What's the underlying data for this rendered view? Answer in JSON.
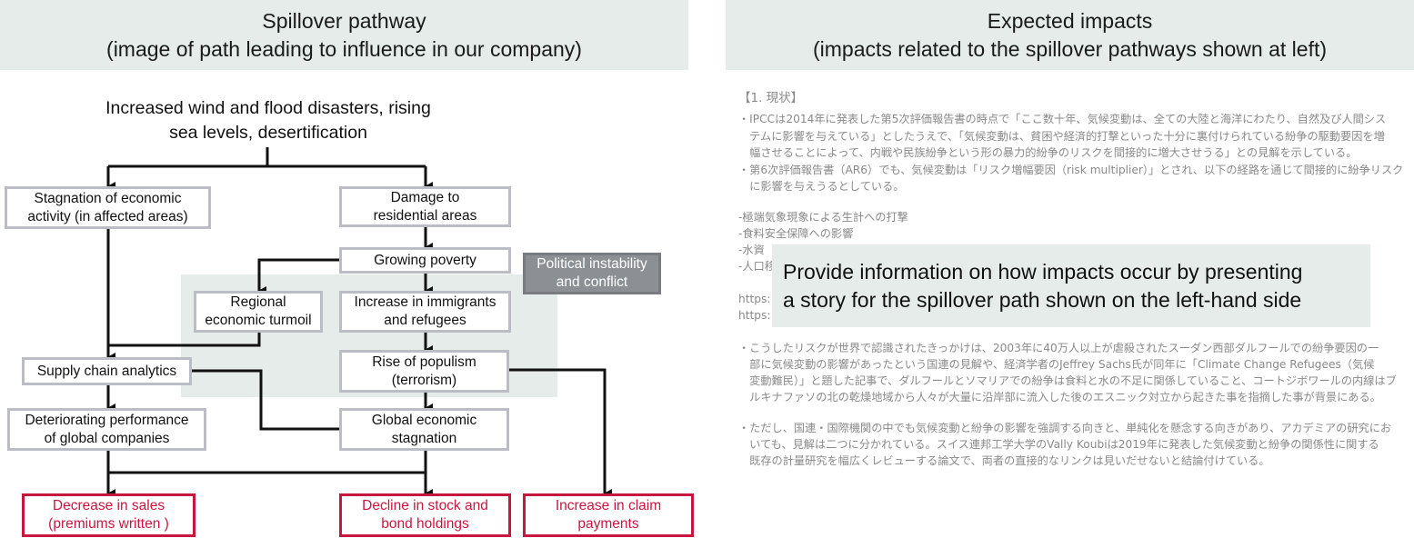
{
  "left_panel": {
    "header": {
      "line1": "Spillover pathway",
      "line2": "(image of path leading to influence in our company)"
    },
    "root": {
      "line1": "Increased wind and flood disasters, rising",
      "line2": "sea levels, desertification"
    },
    "nodes": {
      "stagnation": {
        "line1": "Stagnation of economic",
        "line2": "activity (in affected areas)"
      },
      "damage": {
        "line1": "Damage to",
        "line2": "residential areas"
      },
      "poverty": {
        "line1": "Growing poverty"
      },
      "political": {
        "line1": "Political instability",
        "line2": "and conflict"
      },
      "turmoil": {
        "line1": "Regional",
        "line2": "economic turmoil"
      },
      "immigrants": {
        "line1": "Increase in immigrants",
        "line2": "and refugees"
      },
      "supply": {
        "line1": "Supply chain analytics"
      },
      "populism": {
        "line1": "Rise of populism",
        "line2": "(terrorism)"
      },
      "deteriorating": {
        "line1": "Deteriorating performance",
        "line2": "of global companies"
      },
      "global_stagnation": {
        "line1": "Global economic",
        "line2": "stagnation"
      }
    },
    "outcomes": {
      "sales": {
        "line1": "Decrease in sales",
        "line2": "(premiums written )"
      },
      "holdings": {
        "line1": "Decline in stock and",
        "line2": "bond holdings"
      },
      "claims": {
        "line1": "Increase in claim",
        "line2": "payments"
      }
    },
    "colors": {
      "header_bg": "#e5ecea",
      "box_border": "#bcbcc4",
      "outcome_red": "#c8173f",
      "political_box": "#8c9095",
      "shaded_region": "#e6ecea"
    }
  },
  "right_panel": {
    "header": {
      "line1": "Expected impacts",
      "line2": "(impacts related to the spillover pathways shown at left)"
    },
    "body": {
      "section_title": "【1. 現状】",
      "p1_l1": "・IPCCは2014年に発表した第5次評価報告書の時点で「ここ数十年、気候変動は、全ての大陸と海洋にわたり、自然及び人間シス",
      "p1_l2": "　テムに影響を与えている」としたうえで、「気候変動は、貧困や経済的打撃といった十分に裏付けられている紛争の駆動要因を増",
      "p1_l3": "　幅させることによって、内戦や民族紛争という形の暴力的紛争のリスクを間接的に増大させうる」との見解を示している。",
      "p2_l1": "・第6次評価報告書（AR6）でも、気候変動は「リスク増幅要因（risk multiplier）」とされ、以下の経路を通じて間接的に紛争リスク",
      "p2_l2": "　に影響を与えうるとしている。",
      "list1": "-極端気象現象による生計への打撃",
      "list2": "-食料安全保障への影響",
      "list3": "-水資",
      "list4": "-人口移",
      "url1": "https:",
      "url2": "https:",
      "p3_l1": "・こうしたリスクが世界で認識されたきっかけは、2003年に40万人以上が虐殺されたスーダン西部ダルフールでの紛争要因の一",
      "p3_l2": "　部に気候変動の影響があったという国連の見解や、経済学者のJeffrey Sachs氏が同年に「Climate Change Refugees（気候",
      "p3_l3": "　変動難民）」と題した記事で、ダルフールとソマリアでの紛争は食料と水の不足に関係していること、コートジボワールの内線はブ",
      "p3_l4": "　ルキナファソの北の乾燥地域から人々が大量に沿岸部に流入した後のエスニック対立から起きた事を指摘した事が背景にある。",
      "p4_l1": "・ただし、国連・国際機関の中でも気候変動と紛争の影響を強調する向きと、単純化を懸念する向きがあり、アカデミアの研究にお",
      "p4_l2": "　いても、見解は二つに分かれている。スイス連邦工学大学のVally Koubiは2019年に発表した気候変動と紛争の関係性に関する",
      "p4_l3": "　既存の計量研究を幅広くレビューする論文で、両者の直接的なリンクは見いだせないと結論付けている。"
    },
    "callout": {
      "line1": "Provide information on how impacts occur by presenting",
      "line2": "a story for the spillover path shown on the left-hand side"
    }
  }
}
